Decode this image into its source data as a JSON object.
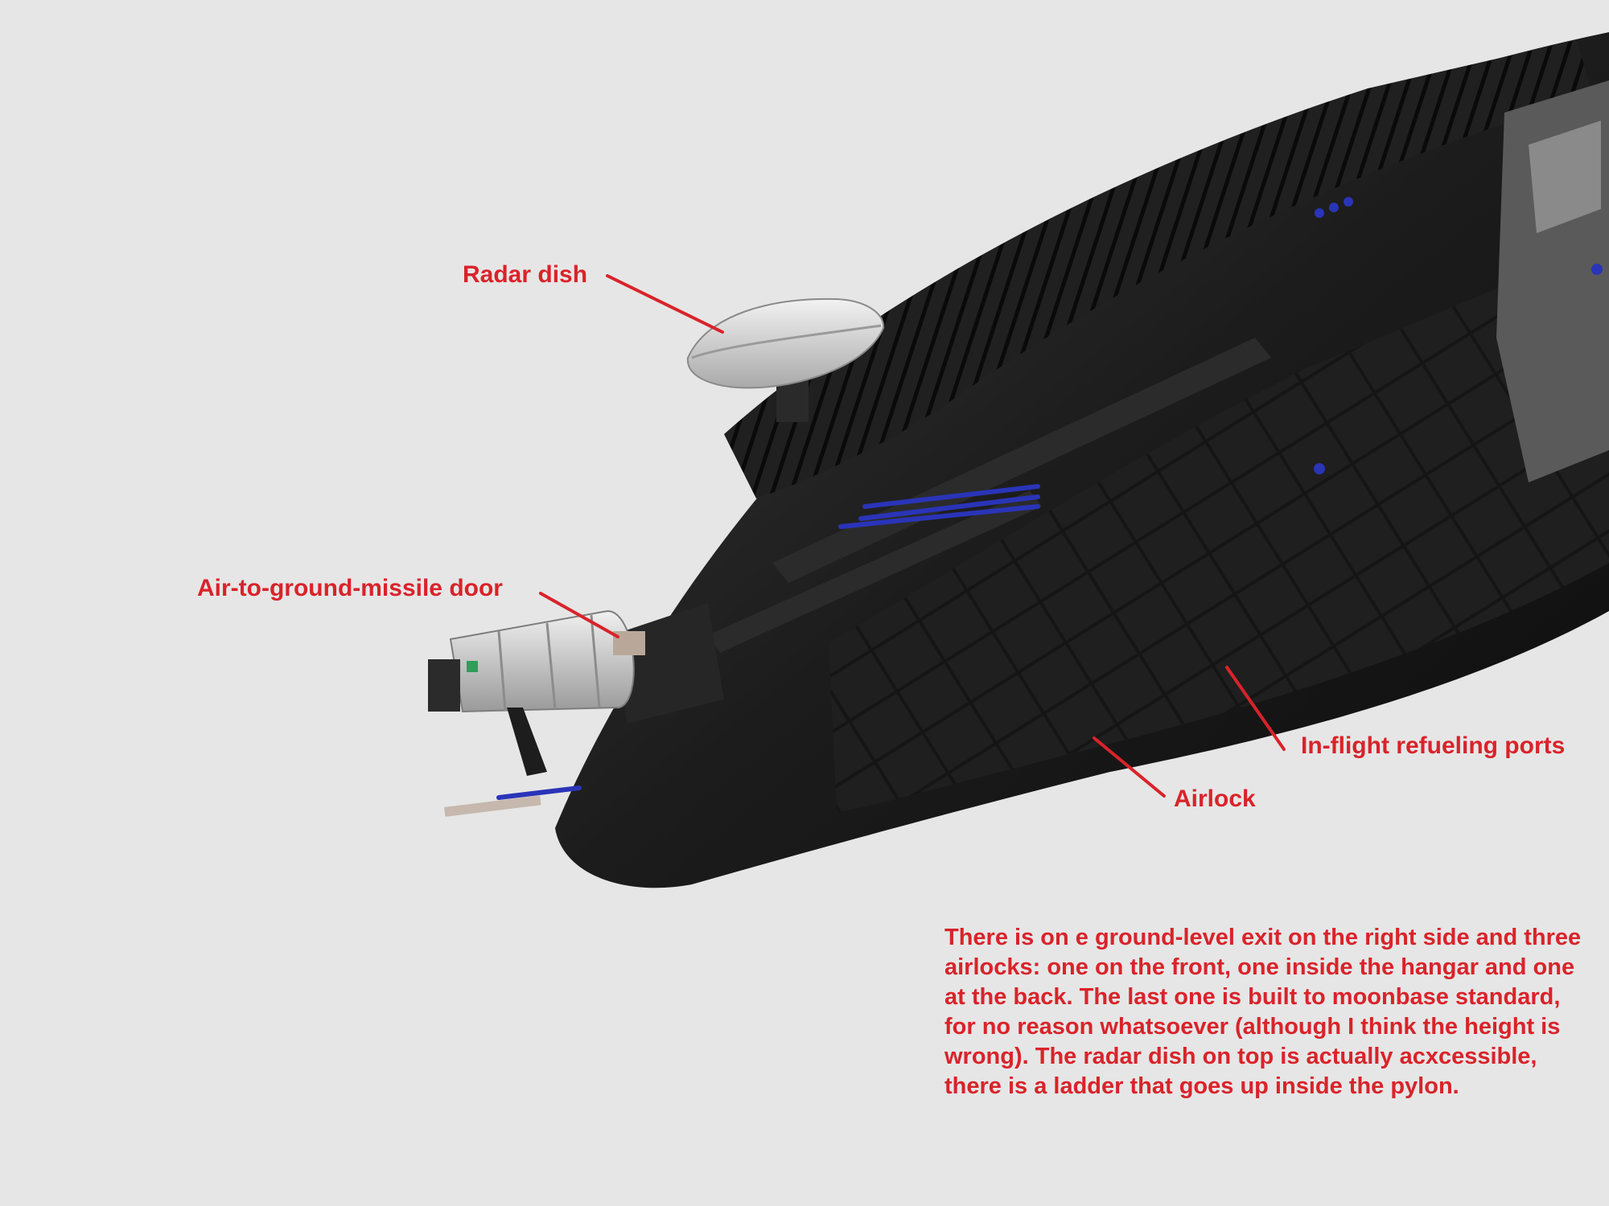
{
  "colors": {
    "background": "#e6e6e6",
    "annotation": "#d9232a",
    "hull": "#1a1a1a",
    "accent_blue": "#2a34b8",
    "dish": "#d8d8d8"
  },
  "callouts": {
    "radar_dish": "Radar dish",
    "missile_door": "Air-to-ground-missile door",
    "refueling_ports": "In-flight refueling ports",
    "airlock": "Airlock"
  },
  "caption": "There is on e ground-level exit on the right side and three airlocks: one on the front, one inside the hangar and one at the back. The last one is built to moonbase standard, for no reason whatsoever (although I think the height is wrong). The radar dish on top is actually acxcessible, there is a ladder that goes up inside the pylon."
}
